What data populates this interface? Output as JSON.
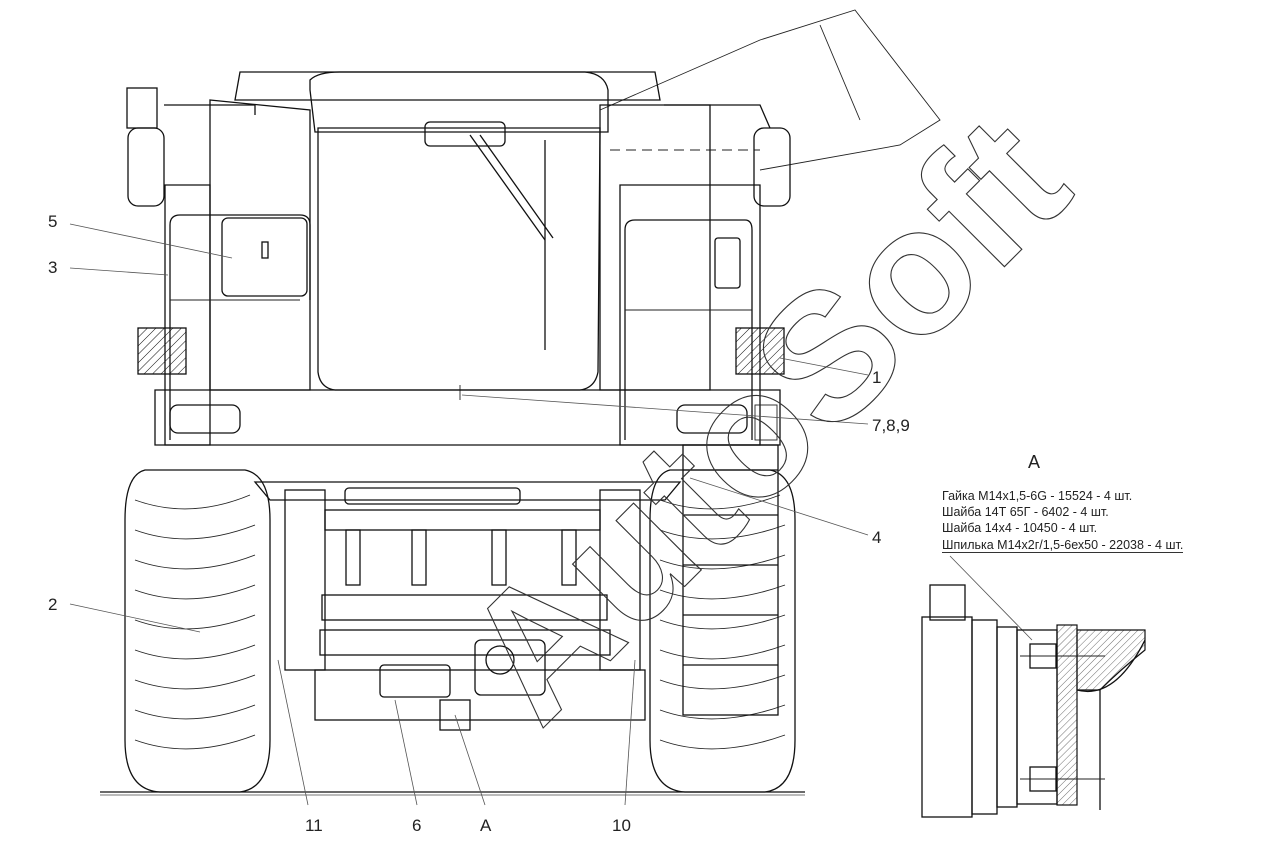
{
  "callouts": {
    "c1": "1",
    "c2": "2",
    "c3": "3",
    "c4": "4",
    "c5": "5",
    "c6": "6",
    "c789": "7,8,9",
    "c10": "10",
    "c11": "11",
    "cA": "A"
  },
  "detail": {
    "title": "A",
    "specs": [
      "Гайка М14х1,5-6G - 15524 - 4 шт.",
      "Шайба 14Т 65Г - 6402 - 4 шт.",
      "Шайба 14х4 - 10450 - 4 шт.",
      "Шпилька М14х2г/1,5-6ех50 - 22038 - 4 шт."
    ]
  },
  "watermark": {
    "text": "AutoSoft"
  },
  "colors": {
    "line": "#111111",
    "background": "#ffffff"
  }
}
